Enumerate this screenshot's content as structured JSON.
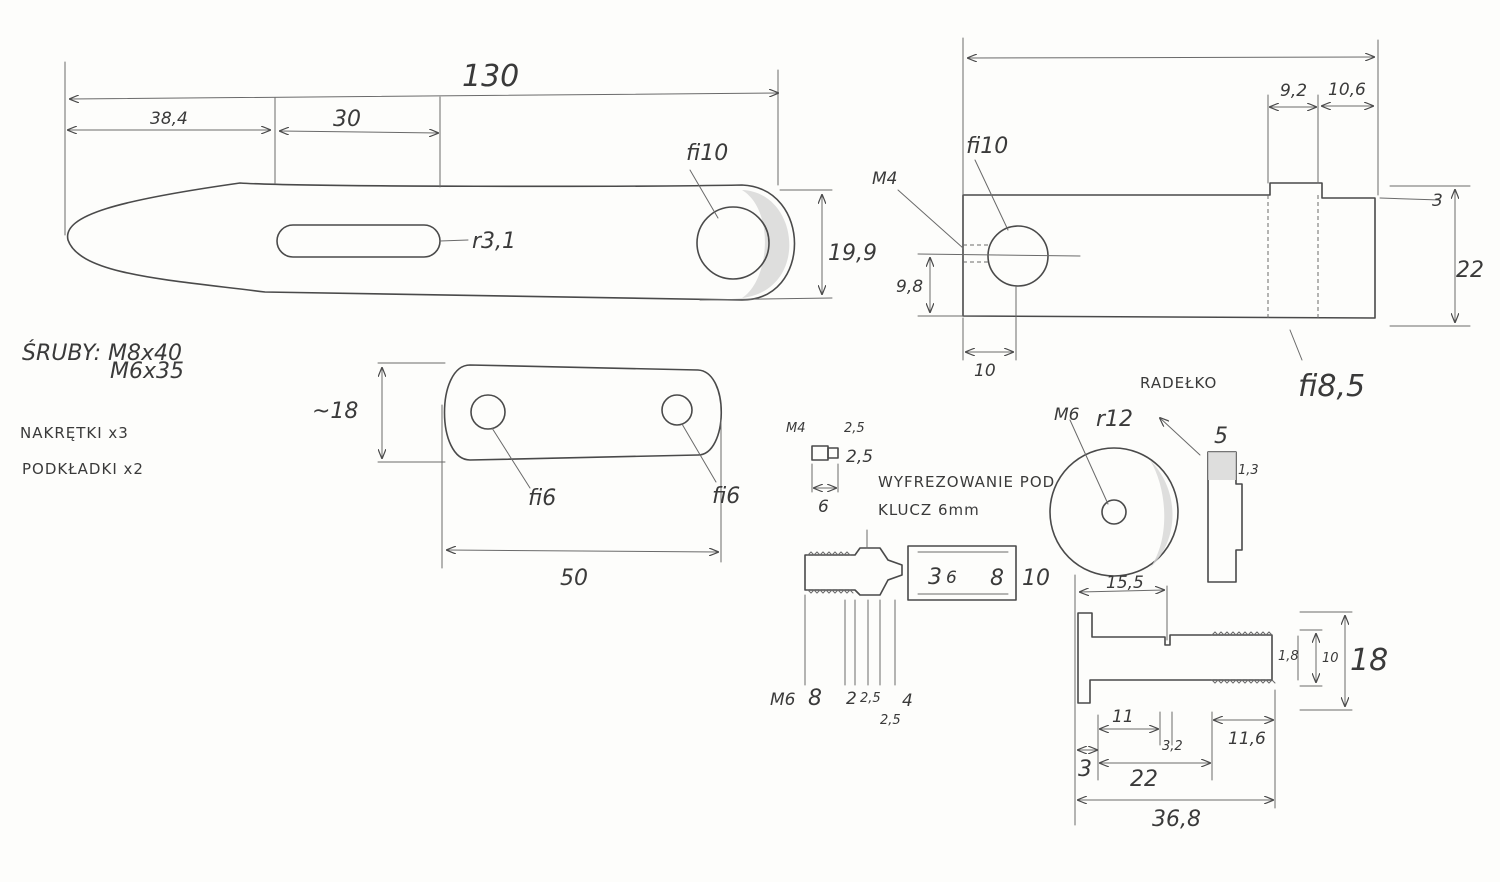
{
  "notes": {
    "screws_line1": "ŚRUBY: M8x40",
    "screws_line2": "M6x35",
    "nuts": "NAKRĘTKI x3",
    "washers": "PODKŁADKI x2"
  },
  "arm": {
    "total": "130",
    "d1": "38,4",
    "d2": "30",
    "hole": "fi10",
    "slot": "r3,1",
    "height": "19,9"
  },
  "block": {
    "hole": "fi10",
    "thread": "M4",
    "d_top1": "9,2",
    "d_top2": "10,6",
    "d_step": "3",
    "height": "22",
    "d_hole_h": "9,8",
    "d_hole_x": "10",
    "bore": "fi8,5"
  },
  "plate": {
    "height": "~18",
    "width": "50",
    "hole1": "fi6",
    "hole2": "fi6"
  },
  "small_screw": {
    "label": "M4",
    "d1": "2,5",
    "d2": "2,5",
    "len": "6"
  },
  "bolt": {
    "note_line1": "WYFREZOWANIE POD",
    "note_line2": "KLUCZ 6mm",
    "thread": "M6",
    "d1": "8",
    "d2": "2",
    "d3": "2,5",
    "d4": "4",
    "d5": "2,5",
    "e1": "3",
    "e2": "6",
    "e3": "8",
    "e4": "10"
  },
  "wheel": {
    "title": "RADEŁKO",
    "thread": "M6",
    "radius": "r12",
    "width": "5",
    "chamfer": "1,3"
  },
  "shaft": {
    "len1": "15,5",
    "dia1": "18",
    "dia2": "10",
    "dia3": "1,8",
    "d_a": "11",
    "d_b": "3,2",
    "d_c": "11,6",
    "d_d": "3",
    "d_e": "22",
    "total": "36,8"
  }
}
